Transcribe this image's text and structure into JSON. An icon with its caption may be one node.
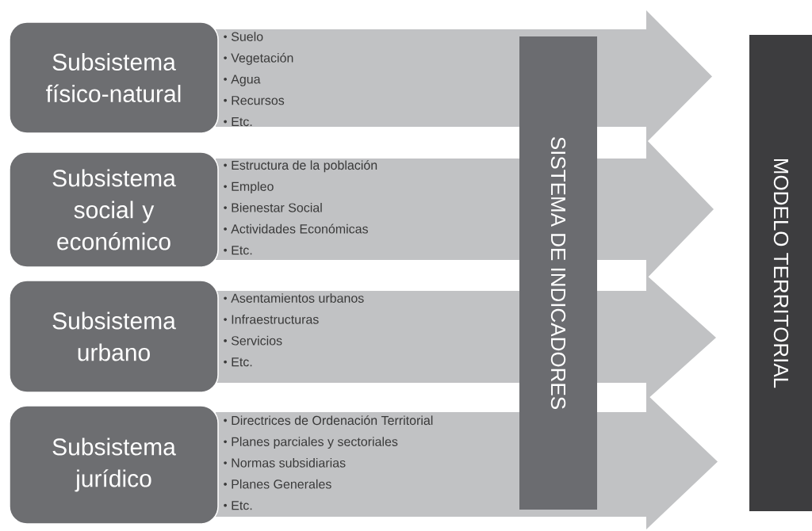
{
  "diagram": {
    "nodes": [
      {
        "text": [
          "Subsistema físico-natural"
        ]
      },
      {
        "text": [
          "Suelo",
          "Vegetación",
          "Agua",
          "Recursos",
          "Etc."
        ]
      },
      {
        "text": [
          "Subsistema social y económico"
        ]
      },
      {
        "text": [
          "Estructura de la población",
          "Empleo",
          "Bienestar Social",
          "Actividades Económicas",
          "Etc."
        ]
      },
      {
        "text": [
          "Subsistema urbano"
        ]
      },
      {
        "text": [
          "Asentamientos urbanos",
          "Infraestructuras",
          "Servicios",
          "Etc."
        ]
      },
      {
        "text": [
          "Subsistema jurídico"
        ]
      },
      {
        "text": [
          "Directrices de Ordenación Territorial",
          "Planes parciales y sectoriales",
          "Normas subsidiarias",
          "Planes Generales",
          "Etc."
        ]
      },
      {
        "text": [
          "SISTEMA DE INDICADORES"
        ]
      },
      {
        "text": [
          "MODELO TERRITORIAL"
        ]
      }
    ]
  }
}
